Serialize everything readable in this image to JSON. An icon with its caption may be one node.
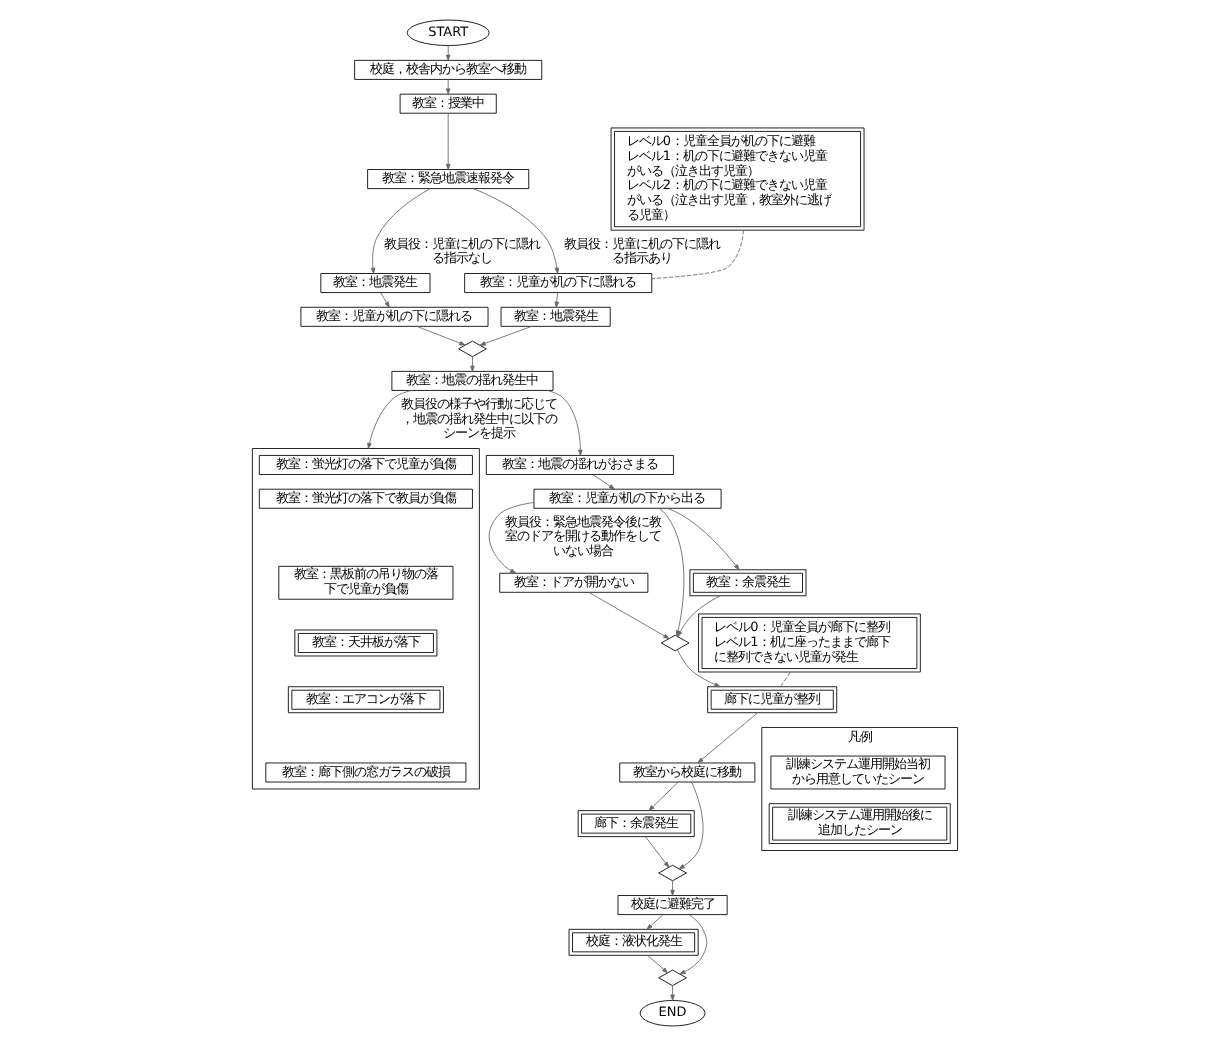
{
  "diagram": {
    "nodes": [
      {
        "text": [
          "START"
        ]
      },
      {
        "text": [
          "校庭，校舎内から教室へ移動"
        ]
      },
      {
        "text": [
          "教室：授業中"
        ]
      },
      {
        "text": [
          "教室：緊急地震速報発令"
        ]
      },
      {
        "text": [
          "教室：児童が机の下に隠れる"
        ]
      },
      {
        "text": [
          "教室：地震発生"
        ]
      },
      {
        "text": [
          "教室：地震発生"
        ]
      },
      {
        "text": [
          "教室：児童が机の下に隠れる"
        ]
      },
      {
        "text": [],
        "shape": "diamond"
      },
      {
        "text": [
          "教室：地震の揺れ発生中"
        ]
      },
      {
        "text": [],
        "shape": "box"
      },
      {
        "text": [
          "教室：蛍光灯の落下で児童が負傷"
        ],
        "in": 10
      },
      {
        "text": [
          "教室：蛍光灯の落下で教員が負傷"
        ],
        "in": 10
      },
      {
        "text": [
          "教室：黒板前の吊り物の落下で児童が負傷"
        ],
        "in": 10
      },
      {
        "text": [
          "教室：天井板が落下"
        ],
        "in": 10
      },
      {
        "text": [
          "教室：エアコンが落下"
        ],
        "in": 10
      },
      {
        "text": [
          "教室：廊下側の窓ガラスの破損"
        ],
        "in": 10
      },
      {
        "text": [
          "教室：地震の揺れがおさまる"
        ]
      },
      {
        "text": [
          "教室：児童が机の下から出る"
        ]
      },
      {
        "text": [
          "教室：余震発生"
        ]
      },
      {
        "text": [
          "教室：ドアが開かない"
        ]
      },
      {
        "text": [],
        "shape": "diamond"
      },
      {
        "text": [
          "廊下に児童が整列"
        ]
      },
      {
        "text": [
          "教室から校庭に移動"
        ]
      },
      {
        "text": [
          "廊下：余震発生"
        ]
      },
      {
        "text": [],
        "shape": "diamond"
      },
      {
        "text": [
          "校庭に避難完了"
        ]
      },
      {
        "text": [
          "校庭：液状化発生"
        ]
      },
      {
        "text": [],
        "shape": "diamond"
      },
      {
        "text": [
          "END"
        ]
      },
      {
        "text": [
          "レベル0：児童全員が机の下に避難",
          "レベル1：机の下に避難できない児童がいる（泣き出す児童）",
          "レベル2：机の下に避難できない児童がいる（泣き出す児童，教室外に逃げる児童）"
        ]
      },
      {
        "text": [
          "レベル0：児童全員が廊下に整列",
          "レベル1：机に座ったままで廊下に整列できない児童が発生"
        ]
      },
      {
        "text": [
          "凡例"
        ]
      },
      {
        "text": [
          "訓練システム運用開始当初から用意していたシーン"
        ],
        "in": 32
      },
      {
        "text": [
          "訓練システム運用開始後に追加したシーン"
        ],
        "in": 32
      }
    ],
    "edges": [
      {
        "from": 0,
        "to": 1,
        "arrow": "to"
      },
      {
        "from": 1,
        "to": 2,
        "arrow": "to"
      },
      {
        "from": 2,
        "to": 3,
        "arrow": "to"
      },
      {
        "from": 3,
        "to": 4,
        "arrow": "to",
        "label": "教員役：児童に机の下に隠れる指示あり"
      },
      {
        "from": 3,
        "to": 5,
        "arrow": "to",
        "label": "教員役：児童に机の下に隠れる指示なし"
      },
      {
        "from": 4,
        "to": 6,
        "arrow": "to"
      },
      {
        "from": 5,
        "to": 7,
        "arrow": "to"
      },
      {
        "from": 6,
        "to": 8,
        "arrow": "to"
      },
      {
        "from": 7,
        "to": 8,
        "arrow": "to"
      },
      {
        "from": 8,
        "to": 9,
        "arrow": "to"
      },
      {
        "from": 9,
        "to": 10,
        "arrow": "to",
        "label": "教員役の様子や行動に応じて，地震の揺れ発生中に以下のシーンを提示"
      },
      {
        "from": 9,
        "to": 17,
        "arrow": "to"
      },
      {
        "from": 17,
        "to": 18,
        "arrow": "to"
      },
      {
        "from": 18,
        "to": 19,
        "arrow": "to"
      },
      {
        "from": 18,
        "to": 21,
        "arrow": "to"
      },
      {
        "from": 18,
        "to": 20,
        "arrow": "to",
        "label": "教員役：緊急地震発令後に教室のドアを開ける動作をしていない場合"
      },
      {
        "from": 19,
        "to": 21,
        "arrow": "to"
      },
      {
        "from": 20,
        "to": 21,
        "arrow": "to"
      },
      {
        "from": 21,
        "to": 22,
        "arrow": "to"
      },
      {
        "from": 22,
        "to": 23,
        "arrow": "to"
      },
      {
        "from": 23,
        "to": 24,
        "arrow": "to"
      },
      {
        "from": 23,
        "to": 25,
        "arrow": "to"
      },
      {
        "from": 24,
        "to": 25,
        "arrow": "to"
      },
      {
        "from": 25,
        "to": 26,
        "arrow": "to"
      },
      {
        "from": 26,
        "to": 27,
        "arrow": "to"
      },
      {
        "from": 26,
        "to": 28,
        "arrow": "to"
      },
      {
        "from": 27,
        "to": 28,
        "arrow": "to"
      },
      {
        "from": 28,
        "to": 29,
        "arrow": "to"
      },
      {
        "from": 30,
        "to": 4,
        "arrow": "none",
        "style": "dashed"
      },
      {
        "from": 31,
        "to": 22,
        "arrow": "none",
        "style": "dashed"
      }
    ]
  }
}
